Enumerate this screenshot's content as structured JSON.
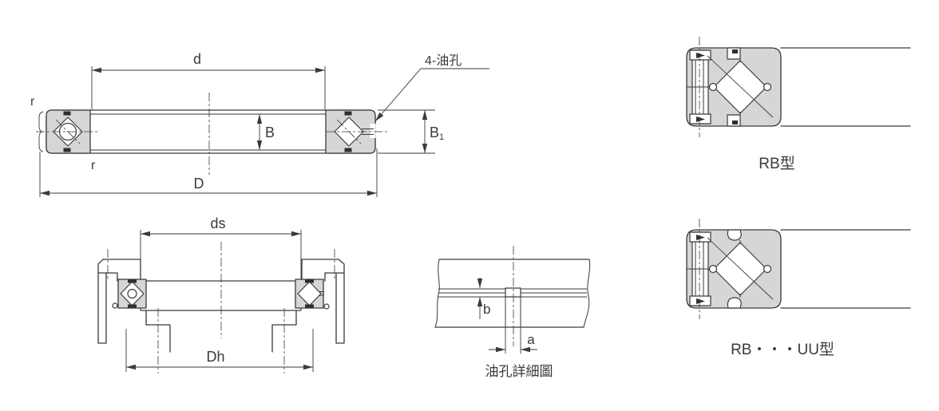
{
  "colors": {
    "background": "#ffffff",
    "line": "#3a3a3a",
    "bearing_fill": "#d6d6d6",
    "dark_fill": "#2f2f2f"
  },
  "main_view": {
    "dim_d": "d",
    "dim_D": "D",
    "dim_B": "B",
    "dim_B1_base": "B",
    "dim_B1_sub": "1",
    "r_top": "r",
    "r_bottom": "r",
    "oil_hole_note": "4-油孔"
  },
  "mount_view": {
    "dim_ds": "ds",
    "dim_Dh": "Dh"
  },
  "oil_detail": {
    "dim_b": "b",
    "dim_a": "a",
    "caption": "油孔詳細圖"
  },
  "type_views": {
    "rb": "RB型",
    "rb_uu": "RB・・・UU型"
  }
}
